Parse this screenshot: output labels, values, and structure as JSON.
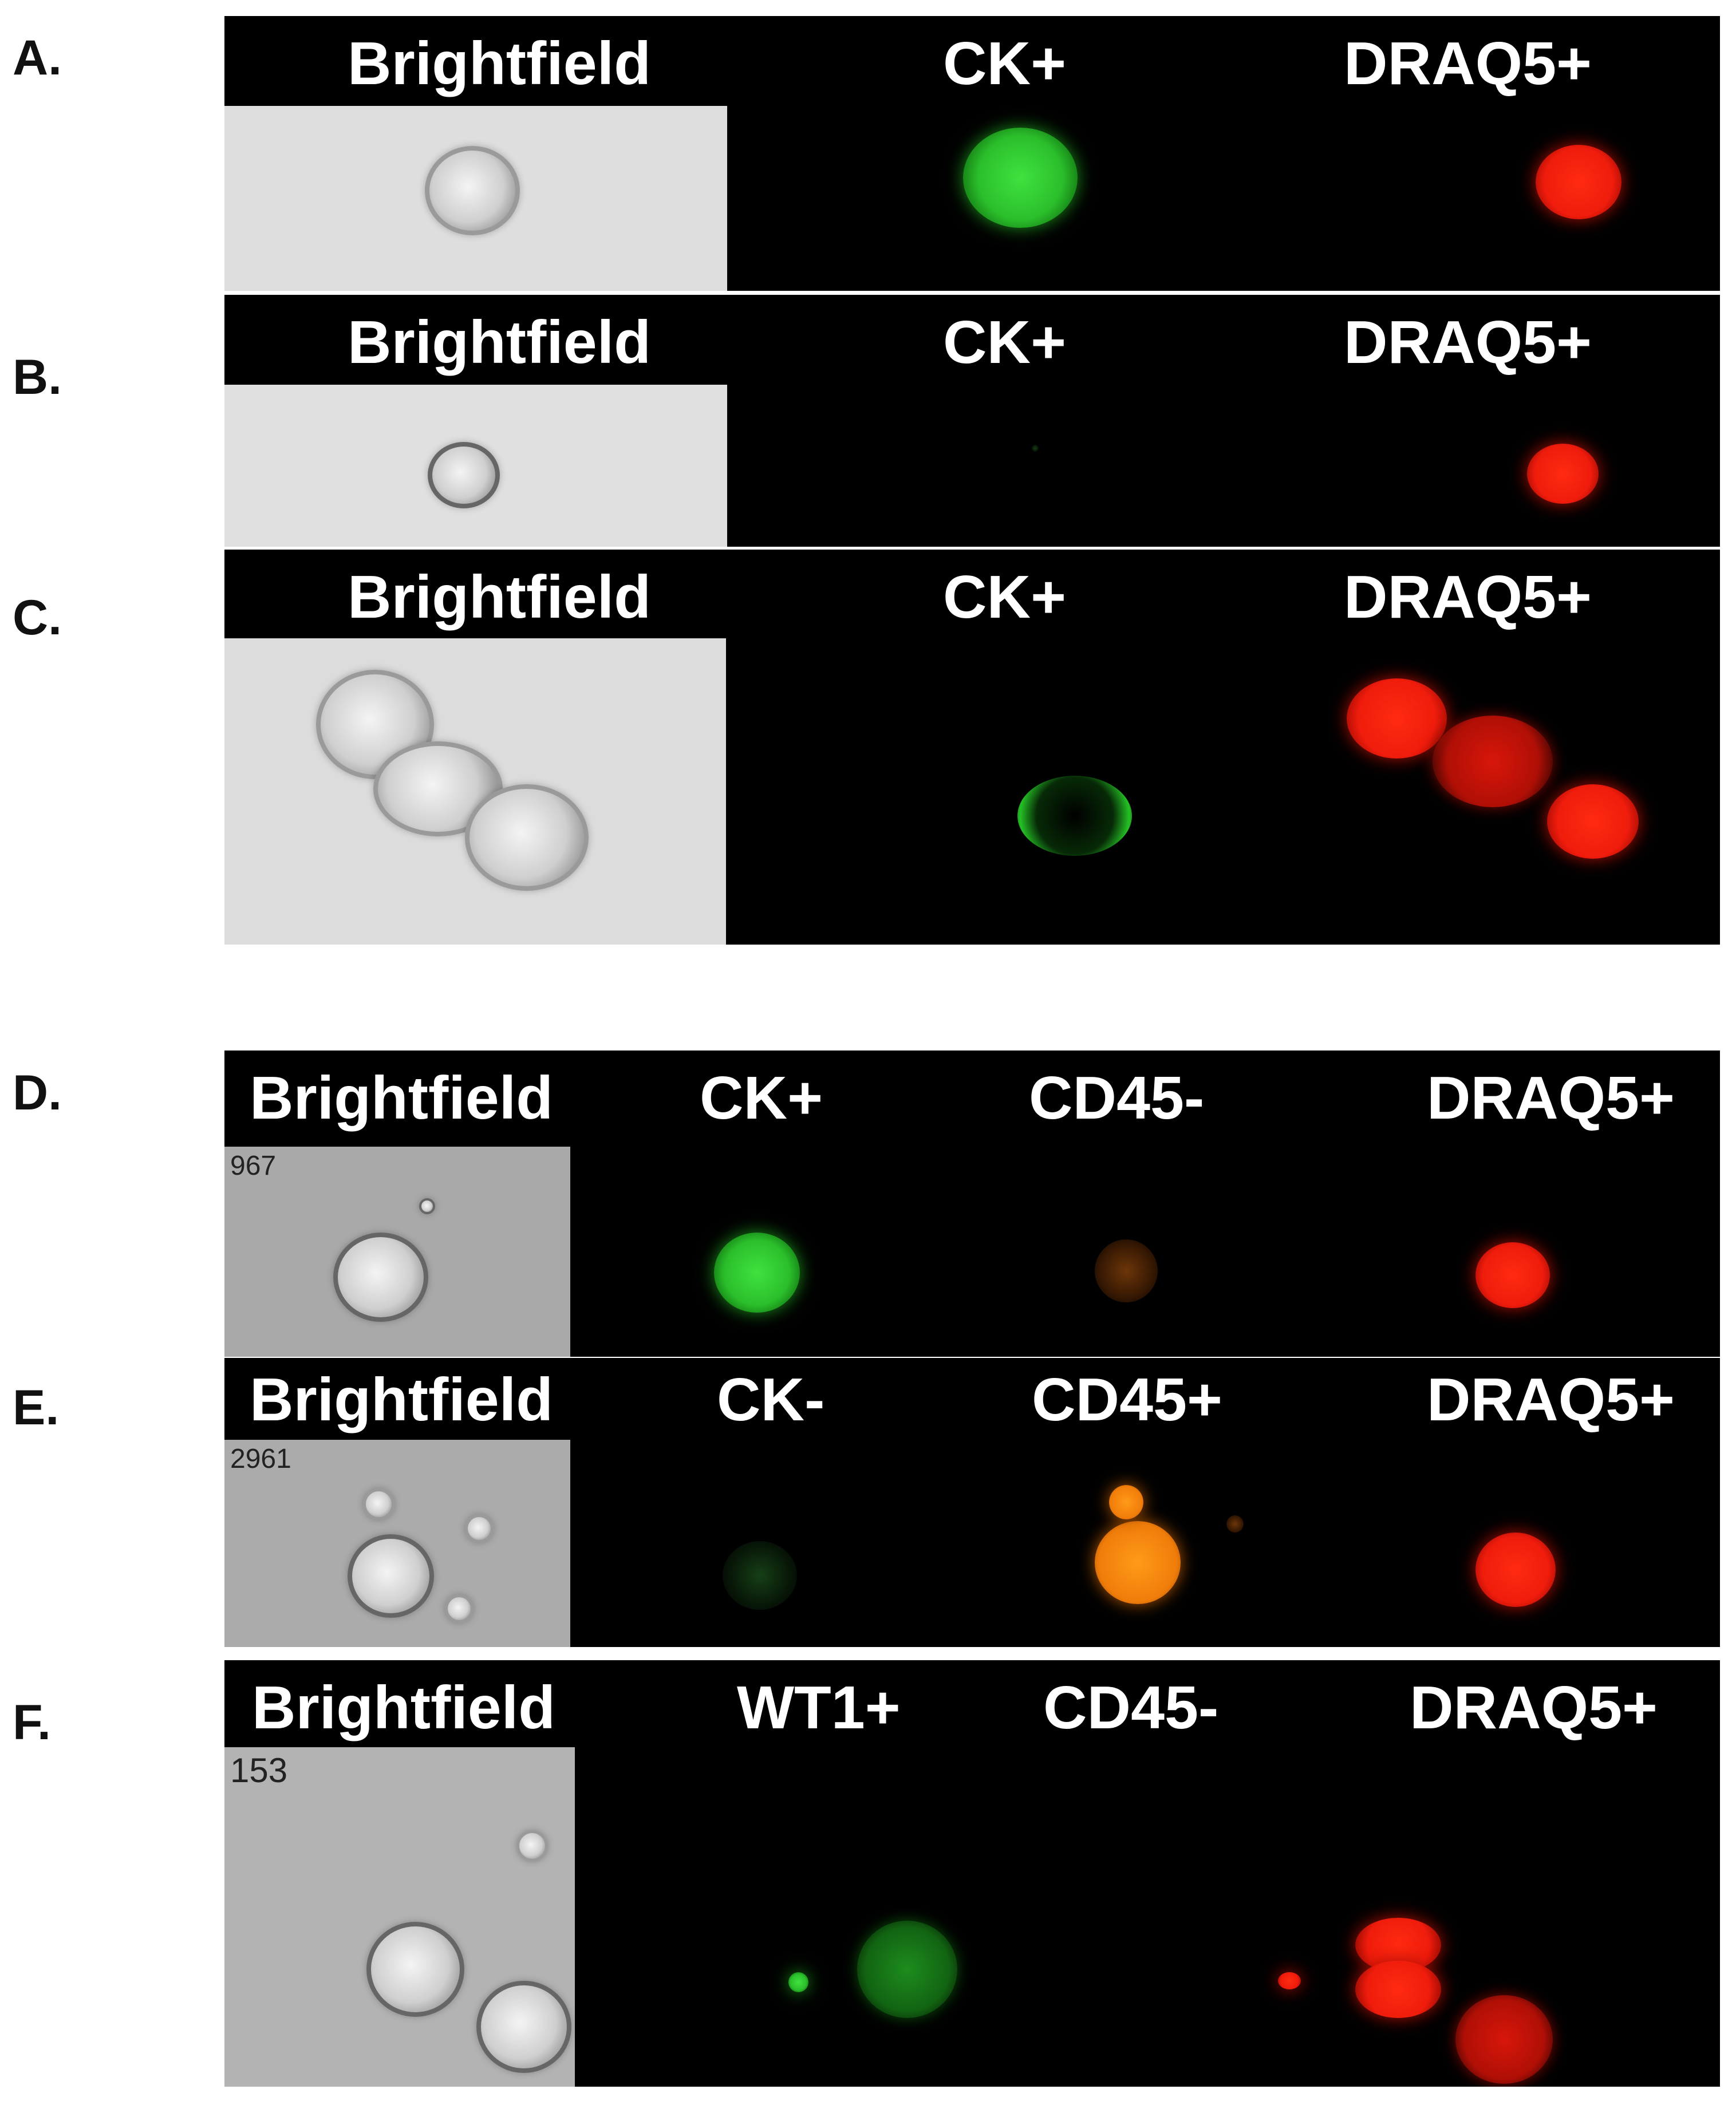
{
  "rows": [
    {
      "letter": "A.",
      "labels": [
        "Brightfield",
        "CK+",
        "DRAQ5+"
      ]
    },
    {
      "letter": "B.",
      "labels": [
        "Brightfield",
        "CK+",
        "DRAQ5+"
      ]
    },
    {
      "letter": "C.",
      "labels": [
        "Brightfield",
        "CK+",
        "DRAQ5+"
      ]
    },
    {
      "letter": "D.",
      "labels": [
        "Brightfield",
        "CK+",
        "CD45-",
        "DRAQ5+"
      ],
      "bf_number": "967"
    },
    {
      "letter": "E.",
      "labels": [
        "Brightfield",
        "CK-",
        "CD45+",
        "DRAQ5+"
      ],
      "bf_number": "2961"
    },
    {
      "letter": "F.",
      "labels": [
        "Brightfield",
        "WT1+",
        "CD45-",
        "DRAQ5+"
      ],
      "bf_number": "153"
    }
  ],
  "colors": {
    "panel_background": "#000000",
    "brightfield_background": "#d9d9d9",
    "ck_stain": "#2bbf2b",
    "draq5_stain": "#f01c0c",
    "cd45_stain": "#f07d0a"
  }
}
